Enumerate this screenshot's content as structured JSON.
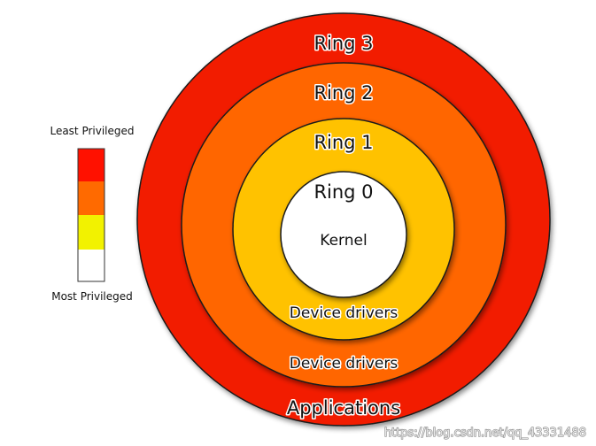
{
  "rings": [
    {
      "label": "Ring 0",
      "desc": "Kernel",
      "color": "#ffffff"
    },
    {
      "label": "Ring 1",
      "desc": "Device drivers",
      "color": "#ffc200"
    },
    {
      "label": "Ring 2",
      "desc": "Device drivers",
      "color": "#ff6600"
    },
    {
      "label": "Ring 3",
      "desc": "Applications",
      "color": "#f21c00"
    }
  ],
  "legend": {
    "top_label": "Least Privileged",
    "bottom_label": "Most Privileged",
    "colors": [
      "#ff1100",
      "#ff6a00",
      "#f2f200",
      "#ffffff"
    ]
  },
  "watermark": "https://blog.csdn.net/qq_43331488"
}
